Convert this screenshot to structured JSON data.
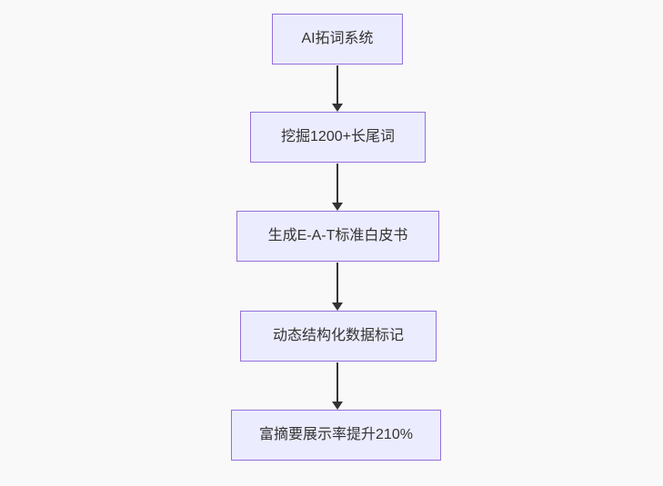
{
  "diagram": {
    "type": "flowchart",
    "direction": "top-down",
    "nodes": [
      {
        "id": "A",
        "label": "AI拓词系统"
      },
      {
        "id": "B",
        "label": "挖掘1200+长尾词"
      },
      {
        "id": "C",
        "label": "生成E-A-T标准白皮书"
      },
      {
        "id": "D",
        "label": "动态结构化数据标记"
      },
      {
        "id": "E",
        "label": "富摘要展示率提升210%"
      }
    ],
    "edges": [
      {
        "from": "A",
        "to": "B",
        "arrow": "down"
      },
      {
        "from": "B",
        "to": "C",
        "arrow": "down"
      },
      {
        "from": "C",
        "to": "D",
        "arrow": "down"
      },
      {
        "from": "D",
        "to": "E",
        "arrow": "down"
      }
    ],
    "colors": {
      "background": "#f9f9f9",
      "node_fill": "#ececff",
      "node_border": "#9370db",
      "edge_line": "#333333",
      "text": "#333333"
    }
  }
}
